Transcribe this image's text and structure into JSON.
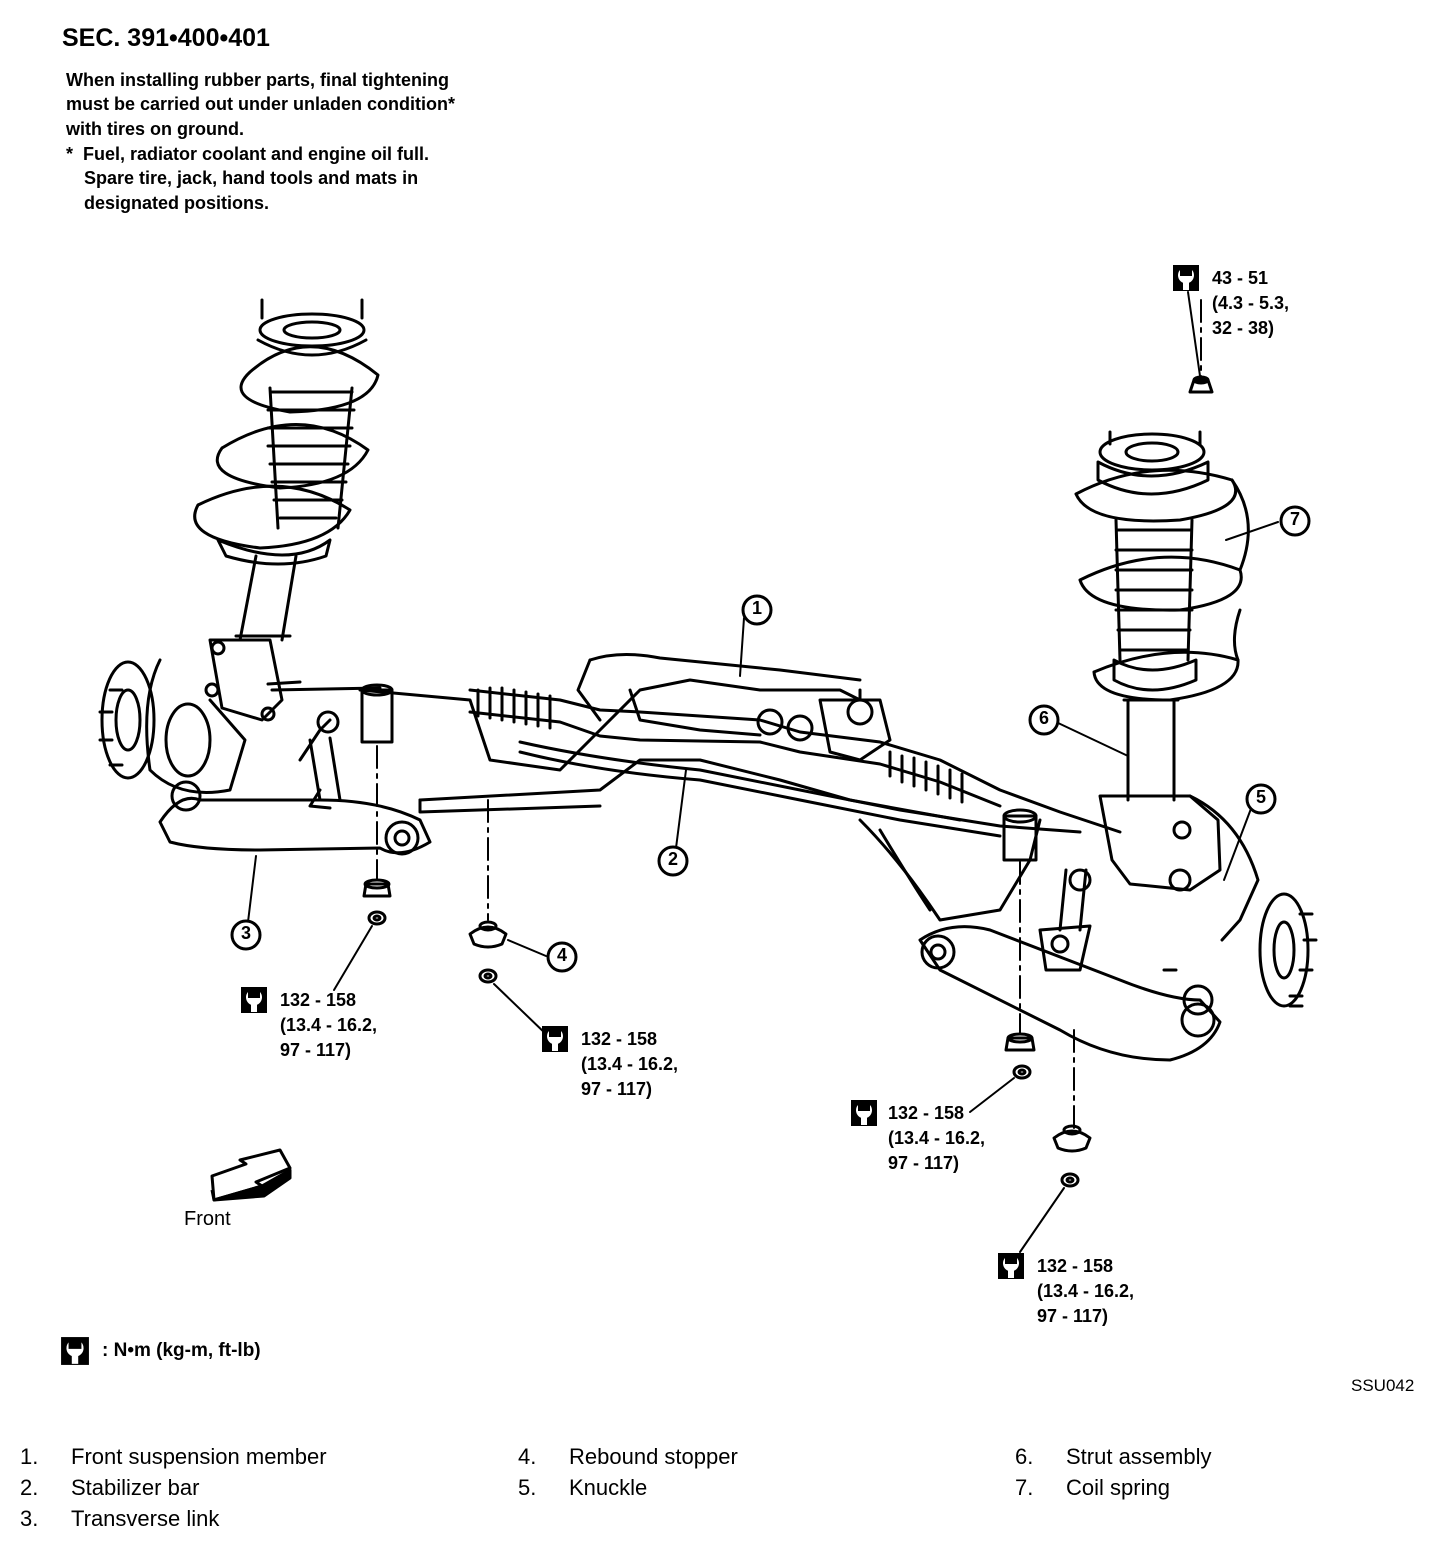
{
  "section_title": "SEC. 391•400•401",
  "note": {
    "line1": "When installing rubber parts, final tightening",
    "line2": "must be carried out under unladen condition*",
    "line3": "with tires on ground.",
    "line4": "*  Fuel, radiator coolant and engine oil full.",
    "line5": "Spare tire, jack, hand tools and mats in",
    "line6": "designated positions."
  },
  "torques": {
    "strut_top": {
      "v1": "43 - 51",
      "v2": "(4.3 - 5.3,",
      "v3": "32 - 38)"
    },
    "link_left": {
      "v1": "132 - 158",
      "v2": "(13.4 - 16.2,",
      "v3": "97 - 117)"
    },
    "stopper_left": {
      "v1": "132 - 158",
      "v2": "(13.4 - 16.2,",
      "v3": "97 - 117)"
    },
    "link_right": {
      "v1": "132 - 158",
      "v2": "(13.4 - 16.2,",
      "v3": "97 - 117)"
    },
    "stopper_right": {
      "v1": "132 - 158",
      "v2": "(13.4 - 16.2,",
      "v3": "97 - 117)"
    }
  },
  "callouts": [
    "1",
    "2",
    "3",
    "4",
    "5",
    "6",
    "7"
  ],
  "front_label": "Front",
  "unit_legend": ":  N•m  (kg-m,  ft-lb)",
  "figure_code": "SSU042",
  "parts": [
    {
      "num": "1.",
      "name": "Front suspension member"
    },
    {
      "num": "2.",
      "name": "Stabilizer bar"
    },
    {
      "num": "3.",
      "name": "Transverse link"
    },
    {
      "num": "4.",
      "name": "Rebound stopper"
    },
    {
      "num": "5.",
      "name": "Knuckle"
    },
    {
      "num": "6.",
      "name": "Strut assembly"
    },
    {
      "num": "7.",
      "name": "Coil spring"
    }
  ],
  "icons": {
    "torque": "torque-wrench-icon",
    "front_arrow": "front-direction-arrow-icon"
  }
}
